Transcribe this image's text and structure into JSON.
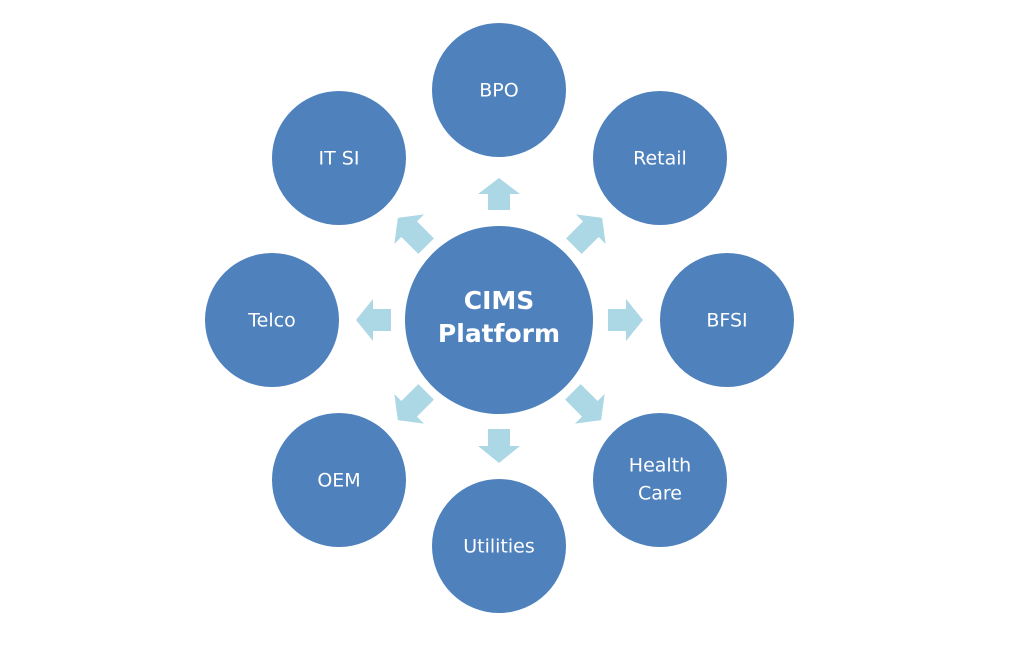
{
  "diagram": {
    "center": {
      "label_line1": "CIMS",
      "label_line2": "Platform"
    },
    "spokes": [
      {
        "label": "BPO"
      },
      {
        "label": "Retail"
      },
      {
        "label": "BFSI"
      },
      {
        "label_line1": "Health",
        "label_line2": "Care"
      },
      {
        "label": "Utilities"
      },
      {
        "label": "OEM"
      },
      {
        "label": "Telco"
      },
      {
        "label": "IT SI"
      }
    ],
    "colors": {
      "node_fill": "#4f81bd",
      "arrow_fill": "#acd7e4",
      "text": "#ffffff"
    }
  }
}
